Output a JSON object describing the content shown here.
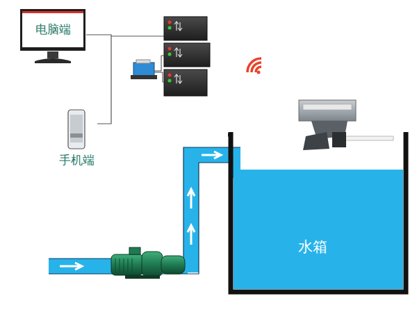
{
  "diagram": {
    "nodes": [
      {
        "text": [
          "电脑端"
        ]
      },
      {
        "text": [
          "手机端"
        ]
      },
      {
        "text": [
          "水箱"
        ]
      }
    ],
    "edges": [
      {
        "from": 0,
        "to": 1,
        "arrow": "none"
      }
    ]
  }
}
